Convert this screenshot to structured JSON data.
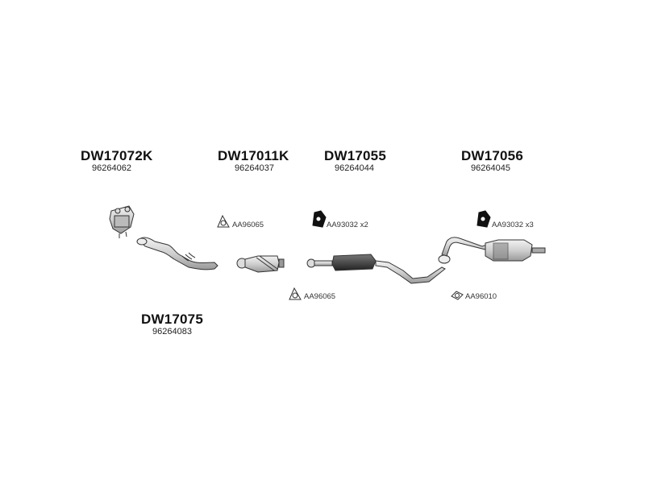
{
  "assemblies": [
    {
      "code": "DW17072K",
      "number": "96264062"
    },
    {
      "code": "DW17011K",
      "number": "96264037"
    },
    {
      "code": "DW17055",
      "number": "96264044"
    },
    {
      "code": "DW17056",
      "number": "96264045"
    },
    {
      "code": "DW17075",
      "number": "96264083"
    }
  ],
  "fittings": [
    {
      "label": "AA96065"
    },
    {
      "label": "AA93032 x2"
    },
    {
      "label": "AA93032 x3"
    },
    {
      "label": "AA96065"
    },
    {
      "label": "AA96010"
    }
  ]
}
